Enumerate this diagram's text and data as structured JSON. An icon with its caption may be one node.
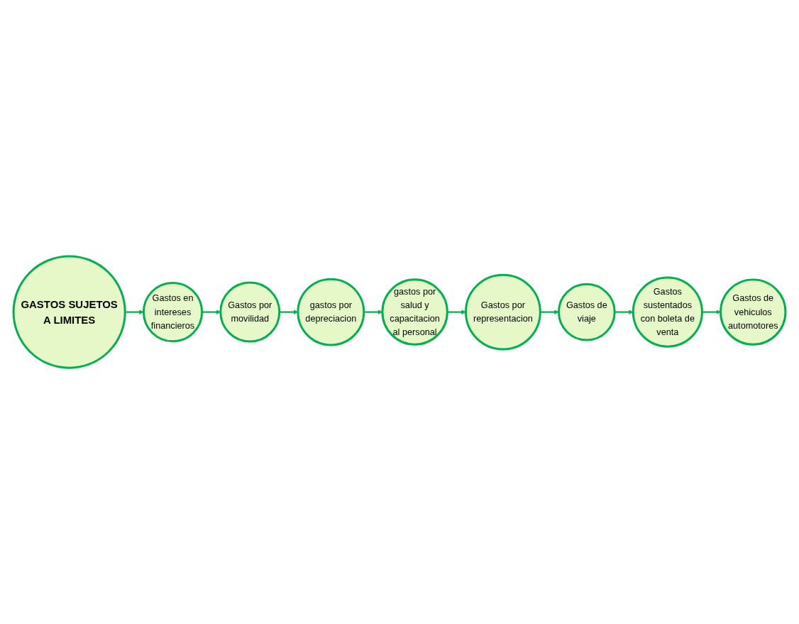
{
  "diagram": {
    "nodes": [
      {
        "text": [
          "GASTOS SUJETOS A LIMITES"
        ]
      },
      {
        "text": [
          "Gastos en intereses financieros"
        ]
      },
      {
        "text": [
          "Gastos por movilidad"
        ]
      },
      {
        "text": [
          "gastos por depreciacion"
        ]
      },
      {
        "text": [
          "gastos por salud y capacitacion al personal"
        ]
      },
      {
        "text": [
          "Gastos por representacion"
        ]
      },
      {
        "text": [
          "Gastos de viaje"
        ]
      },
      {
        "text": [
          "Gastos sustentados con boleta de venta"
        ]
      },
      {
        "text": [
          "Gastos de vehiculos automotores"
        ]
      }
    ],
    "edges": [
      {
        "from": 0,
        "to": 1,
        "arrow": "to"
      },
      {
        "from": 1,
        "to": 2,
        "arrow": "to"
      },
      {
        "from": 2,
        "to": 3,
        "arrow": "to"
      },
      {
        "from": 3,
        "to": 4,
        "arrow": "to"
      },
      {
        "from": 4,
        "to": 5,
        "arrow": "to"
      },
      {
        "from": 5,
        "to": 6,
        "arrow": "to"
      },
      {
        "from": 6,
        "to": 7,
        "arrow": "to"
      },
      {
        "from": 7,
        "to": 8,
        "arrow": "to"
      }
    ]
  }
}
